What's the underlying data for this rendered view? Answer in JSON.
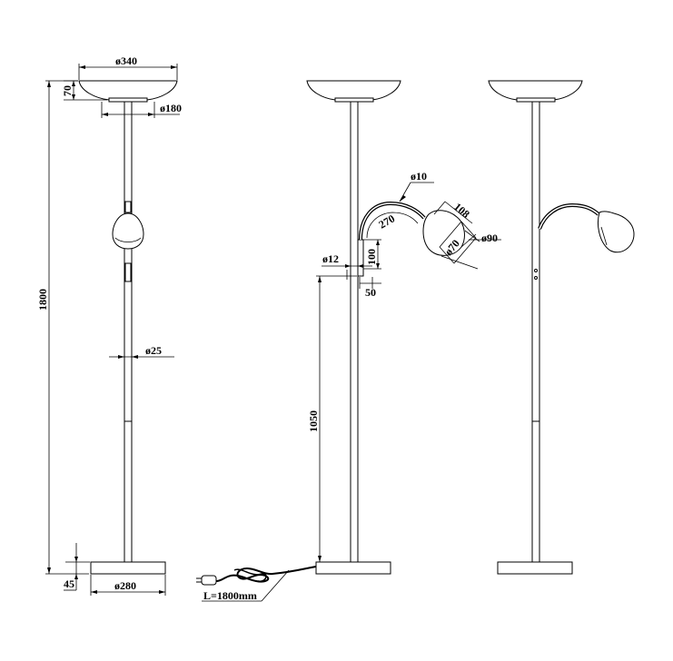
{
  "diagram": {
    "dimensions": {
      "shade_diameter": "ø340",
      "shade_height": "70",
      "shade_base_diameter": "ø180",
      "total_height": "1800",
      "pole_diameter": "ø25",
      "base_height": "45",
      "base_diameter": "ø280",
      "arm_tube_diameter": "ø10",
      "arm_rotation": "270",
      "spot_length": "108",
      "spot_front_diameter": "ø90",
      "spot_rear_diameter": "ø70",
      "arm_offset_height": "100",
      "arm_mount_diameter": "ø12",
      "arm_mount_depth": "50",
      "arm_mount_height": "1050",
      "cable_length": "L=1800mm"
    }
  }
}
